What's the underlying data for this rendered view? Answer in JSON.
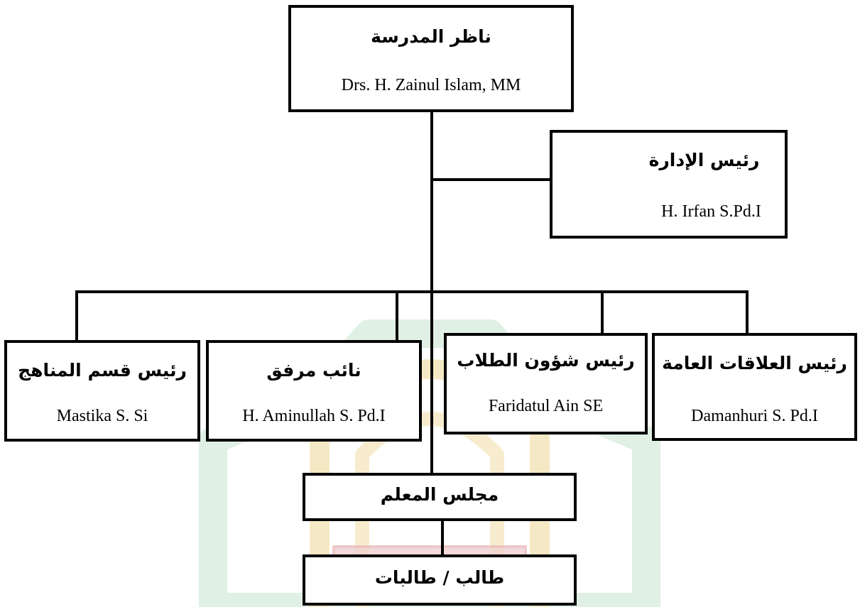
{
  "chart": {
    "nodes": [
      {
        "id": "principal",
        "role": "ناظر المدرسة",
        "name": "Drs. H. Zainul Islam, MM"
      },
      {
        "id": "admin_head",
        "role": "رئيس الإدارة",
        "name": "H. Irfan S.Pd.I"
      },
      {
        "id": "curriculum_head",
        "role": "رئيس قسم المناهج",
        "name": "Mastika S. Si"
      },
      {
        "id": "facilities_deputy",
        "role": "نائب مرفق",
        "name": "H. Aminullah S. Pd.I"
      },
      {
        "id": "student_affairs_head",
        "role": "رئيس شؤون الطلاب",
        "name": "Faridatul Ain SE"
      },
      {
        "id": "public_relations_head",
        "role": "رئيس العلاقات العامة",
        "name": "Damanhuri S. Pd.I"
      },
      {
        "id": "teachers_council",
        "role": "مجلس المعلم"
      },
      {
        "id": "students",
        "role": "طالب / طالبات"
      }
    ],
    "edges": [
      [
        "principal",
        "admin_head"
      ],
      [
        "principal",
        "curriculum_head"
      ],
      [
        "principal",
        "facilities_deputy"
      ],
      [
        "principal",
        "student_affairs_head"
      ],
      [
        "principal",
        "public_relations_head"
      ],
      [
        "principal",
        "teachers_council"
      ],
      [
        "teachers_council",
        "students"
      ]
    ]
  },
  "watermark": {
    "primary_color": "#b5d8bf",
    "secondary_color": "#f3dfa8",
    "accent_color": "#e9b7b7"
  }
}
